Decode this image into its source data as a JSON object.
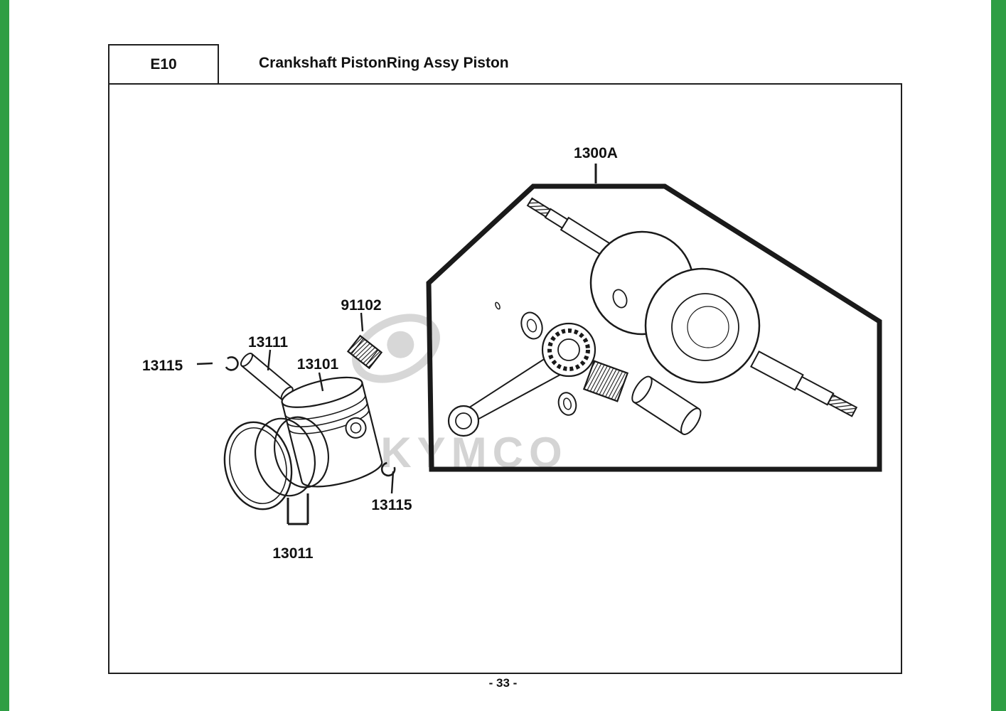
{
  "page": {
    "code": "E10",
    "title": "Crankshaft PistonRing Assy Piston",
    "page_number": "- 33 -",
    "watermark": "KYMCO"
  },
  "parts": {
    "crankshaft_assy": {
      "label": "1300A"
    },
    "bearing_needle": {
      "label": "91102"
    },
    "pin_piston": {
      "label": "13111"
    },
    "piston": {
      "label": "13101"
    },
    "clip_left": {
      "label": "13115"
    },
    "clip_right": {
      "label": "13115"
    },
    "ring_set": {
      "label": "13011"
    }
  },
  "colors": {
    "accent_green": "#2f9e44",
    "line": "#1a1a1a",
    "watermark_gray": "#b8b8b8"
  }
}
